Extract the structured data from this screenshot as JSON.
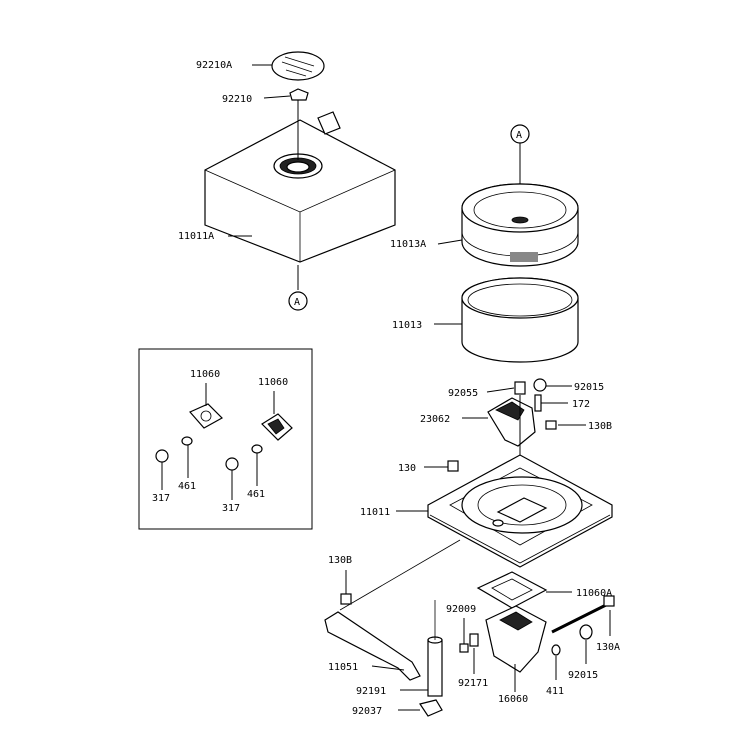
{
  "diagram": {
    "labels": {
      "p92210A": "92210A",
      "p92210": "92210",
      "p11011A": "11011A",
      "refA1": "A",
      "refA2": "A",
      "p11013A": "11013A",
      "p11013": "11013",
      "p92055": "92055",
      "p92015a": "92015",
      "p172": "172",
      "p23062": "23062",
      "p130Ba": "130B",
      "p130": "130",
      "p11011": "11011",
      "p130Bb": "130B",
      "p11060A": "11060A",
      "p92009": "92009",
      "p130A": "130A",
      "p92171": "92171",
      "p92015b": "92015",
      "p411": "411",
      "p16060": "16060",
      "p11051": "11051",
      "p92191": "92191",
      "p92037": "92037",
      "in11060a": "11060",
      "in11060b": "11060",
      "in461a": "461",
      "in461b": "461",
      "in317a": "317",
      "in317b": "317"
    }
  }
}
